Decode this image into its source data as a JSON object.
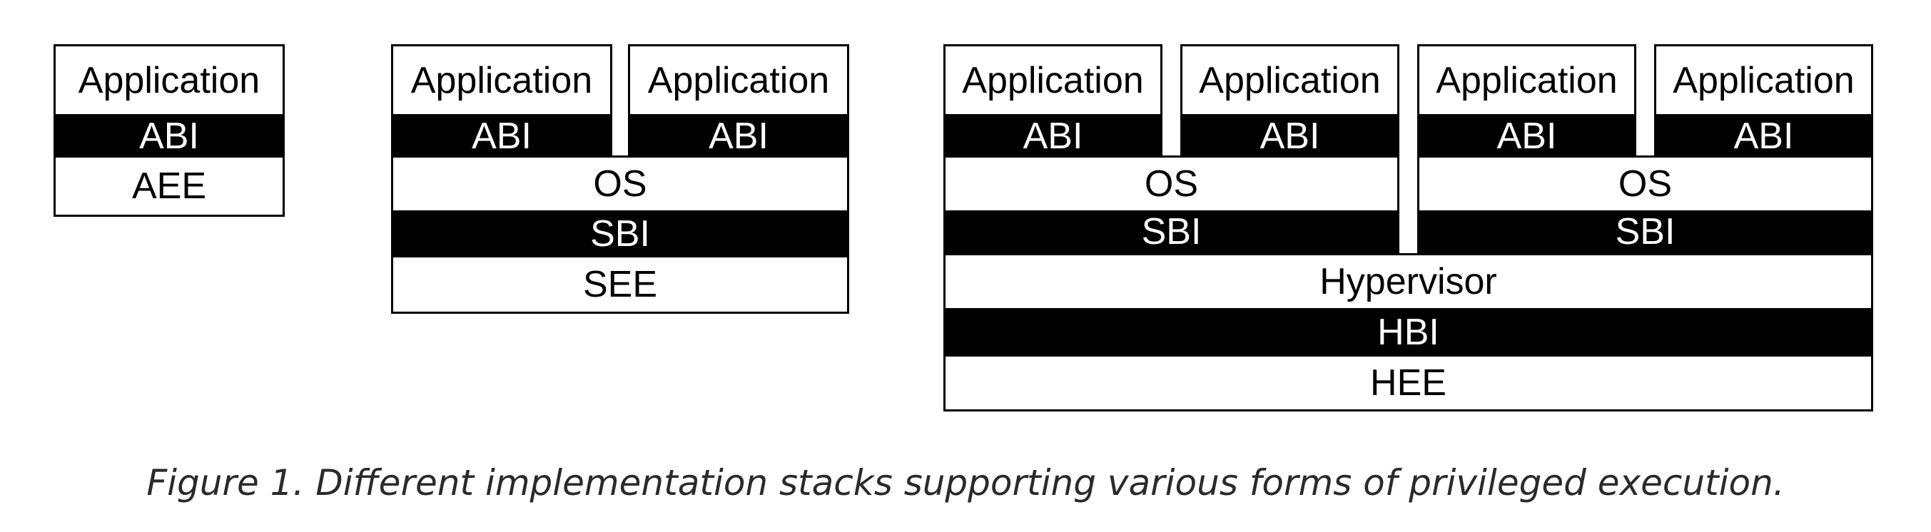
{
  "stack_aee": {
    "application": "Application",
    "abi": "ABI",
    "aee": "AEE"
  },
  "stack_see": {
    "applications": [
      "Application",
      "Application"
    ],
    "abis": [
      "ABI",
      "ABI"
    ],
    "os": "OS",
    "sbi": "SBI",
    "see": "SEE"
  },
  "stack_hee": {
    "applications": [
      "Application",
      "Application",
      "Application",
      "Application"
    ],
    "abis": [
      "ABI",
      "ABI",
      "ABI",
      "ABI"
    ],
    "os": [
      "OS",
      "OS"
    ],
    "sbi": [
      "SBI",
      "SBI"
    ],
    "hypervisor": "Hypervisor",
    "hbi": "HBI",
    "hee": "HEE"
  },
  "caption": "Figure 1. Different implementation stacks supporting various forms of privileged execution."
}
